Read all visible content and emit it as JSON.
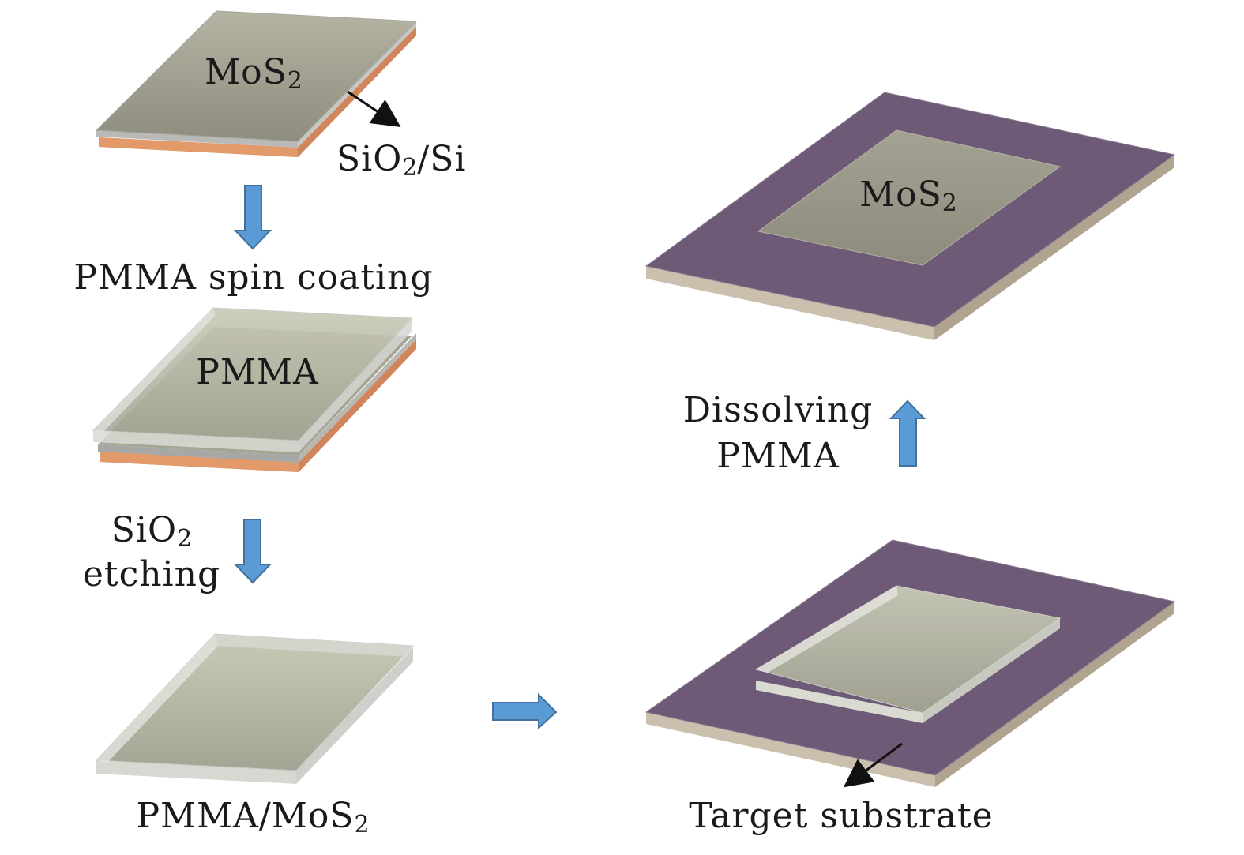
{
  "labels": {
    "mos2": "MoS",
    "mos2_sub": "2",
    "sio2si_a": "SiO",
    "sio2si_sub": "2",
    "sio2si_b": "/Si",
    "step_spin": "PMMA spin coating",
    "pmma": "PMMA",
    "etch_a": "SiO",
    "etch_sub": "2",
    "etch_b": "etching",
    "pmma_mos2_a": "PMMA/MoS",
    "pmma_mos2_sub": "2",
    "dissolve_a": "Dissolving",
    "dissolve_b": "PMMA",
    "mos2_result": "MoS",
    "mos2_result_sub": "2",
    "target": "Target substrate"
  },
  "colors": {
    "arrow_blue": "#5b9bd5",
    "arrow_blue_edge": "#41719c",
    "mos2_gray": "#9a998a",
    "copper": "#d98a5e",
    "substrate_purple": "#6e5a76",
    "substrate_edge": "#c7b9a8",
    "pmma_film": "#cfd0bd"
  }
}
